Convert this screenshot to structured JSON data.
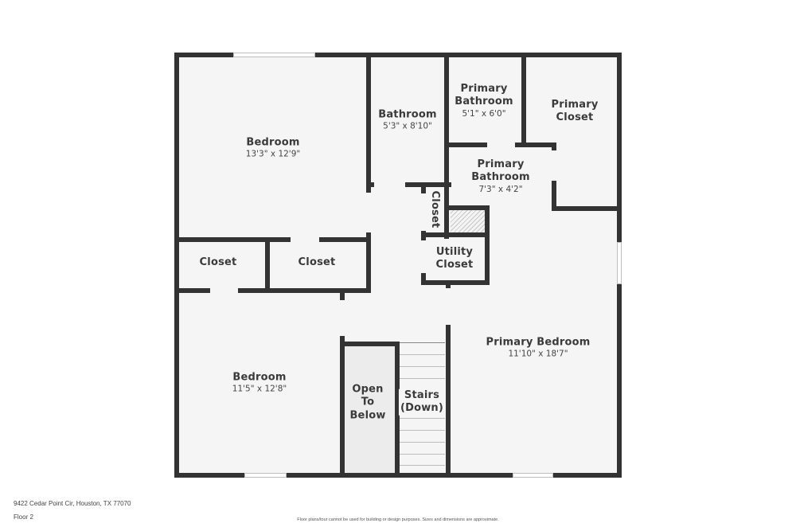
{
  "floor_plan": {
    "title": "Floor 2",
    "address": "9422 Cedar Point Cir, Houston, TX 77070",
    "disclaimer": "Floor plans/tour cannot be used for building or design purposes. Sizes and dimensions are approximate.",
    "rooms": [
      {
        "name": "Bedroom",
        "dimensions": "13'3\" x 12'9\""
      },
      {
        "name": "Bathroom",
        "dimensions": "5'3\" x 8'10\""
      },
      {
        "name": "Primary Bathroom",
        "dimensions": "5'1\" x 6'0\""
      },
      {
        "name": "Primary Closet",
        "dimensions": ""
      },
      {
        "name": "Primary Bathroom",
        "dimensions": "7'3\" x 4'2\""
      },
      {
        "name": "Closet",
        "dimensions": ""
      },
      {
        "name": "Utility Closet",
        "dimensions": ""
      },
      {
        "name": "Closet",
        "dimensions": ""
      },
      {
        "name": "Closet",
        "dimensions": ""
      },
      {
        "name": "Bedroom",
        "dimensions": "11'5\" x 12'8\""
      },
      {
        "name": "Open To Below",
        "dimensions": ""
      },
      {
        "name": "Stairs (Down)",
        "dimensions": ""
      },
      {
        "name": "Primary Bedroom",
        "dimensions": "11'10\" x 18'7\""
      }
    ],
    "labels": {
      "bedroom1_name": "Bedroom",
      "bedroom1_dim": "13'3\" x 12'9\"",
      "bathroom_name": "Bathroom",
      "bathroom_dim": "5'3\" x 8'10\"",
      "pbath1_line1": "Primary",
      "pbath1_line2": "Bathroom",
      "pbath1_dim": "5'1\" x 6'0\"",
      "pcloset_line1": "Primary",
      "pcloset_line2": "Closet",
      "pbath2_line1": "Primary",
      "pbath2_line2": "Bathroom",
      "pbath2_dim": "7'3\" x 4'2\"",
      "hall_closet": "Closet",
      "utility_line1": "Utility",
      "utility_line2": "Closet",
      "closet_left": "Closet",
      "closet_right": "Closet",
      "bedroom2_name": "Bedroom",
      "bedroom2_dim": "11'5\" x 12'8\"",
      "open_line1": "Open",
      "open_line2": "To",
      "open_line3": "Below",
      "stairs_line1": "Stairs",
      "stairs_line2": "(Down)",
      "primary_bed_name": "Primary Bedroom",
      "primary_bed_dim": "11'10\" x 18'7\""
    },
    "colors": {
      "wall": "#333333",
      "floor": "#f5f5f5",
      "open_to_below": "#ececec",
      "background": "#ffffff"
    }
  }
}
